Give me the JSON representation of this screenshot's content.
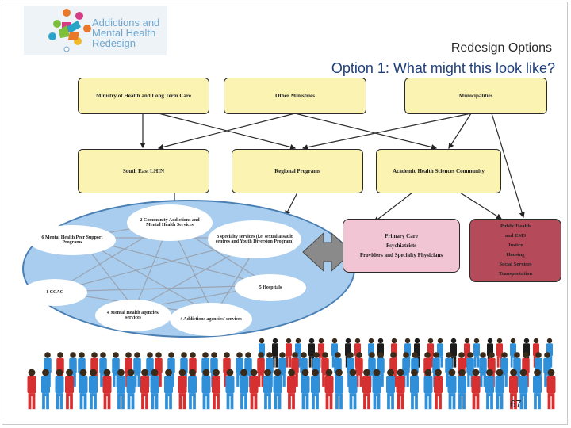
{
  "header": {
    "logo_line1": "Addictions and",
    "logo_line2": "Mental Health",
    "logo_line3": "Redesign",
    "subtitle": "Redesign Options",
    "title": "Option 1:  What might this look like?"
  },
  "diagram": {
    "top_row": [
      "Ministry of Health and Long Term Care",
      "Other Ministries",
      "Municipalities"
    ],
    "middle_row": [
      "South East LHIN",
      "Regional Programs",
      "Academic Health Sciences Community"
    ],
    "network_nodes": {
      "community": "2 Community Addictions and Mental Health Services",
      "peer": "6 Mental Health Peer Support Programs",
      "specialty": "3 specialty services (i.e. sexual assault centres and Youth Diversion Program)",
      "ccac": "1 CCAC",
      "hospitals": "5 Hospitals",
      "mh_agencies": "4 Mental Health agencies/ services",
      "add_agencies": "4 Addictions agencies/ services"
    },
    "primary_care": {
      "line1": "Primary Care",
      "line2": "Psychiatrists",
      "line3": "Providers and Specialty Physicians"
    },
    "community_services": [
      "Public Health",
      "and EMS",
      "Justice",
      "Housing",
      "Social Services",
      "Transportation"
    ]
  },
  "colors": {
    "box_fill": "#fbf3b2",
    "ellipse_fill": "#a8cdee",
    "pink_fill": "#f2c5d4",
    "maroon_fill": "#b54a5a",
    "arrow_fill": "#8a8a8a"
  },
  "footer": {
    "page_number": "67"
  }
}
